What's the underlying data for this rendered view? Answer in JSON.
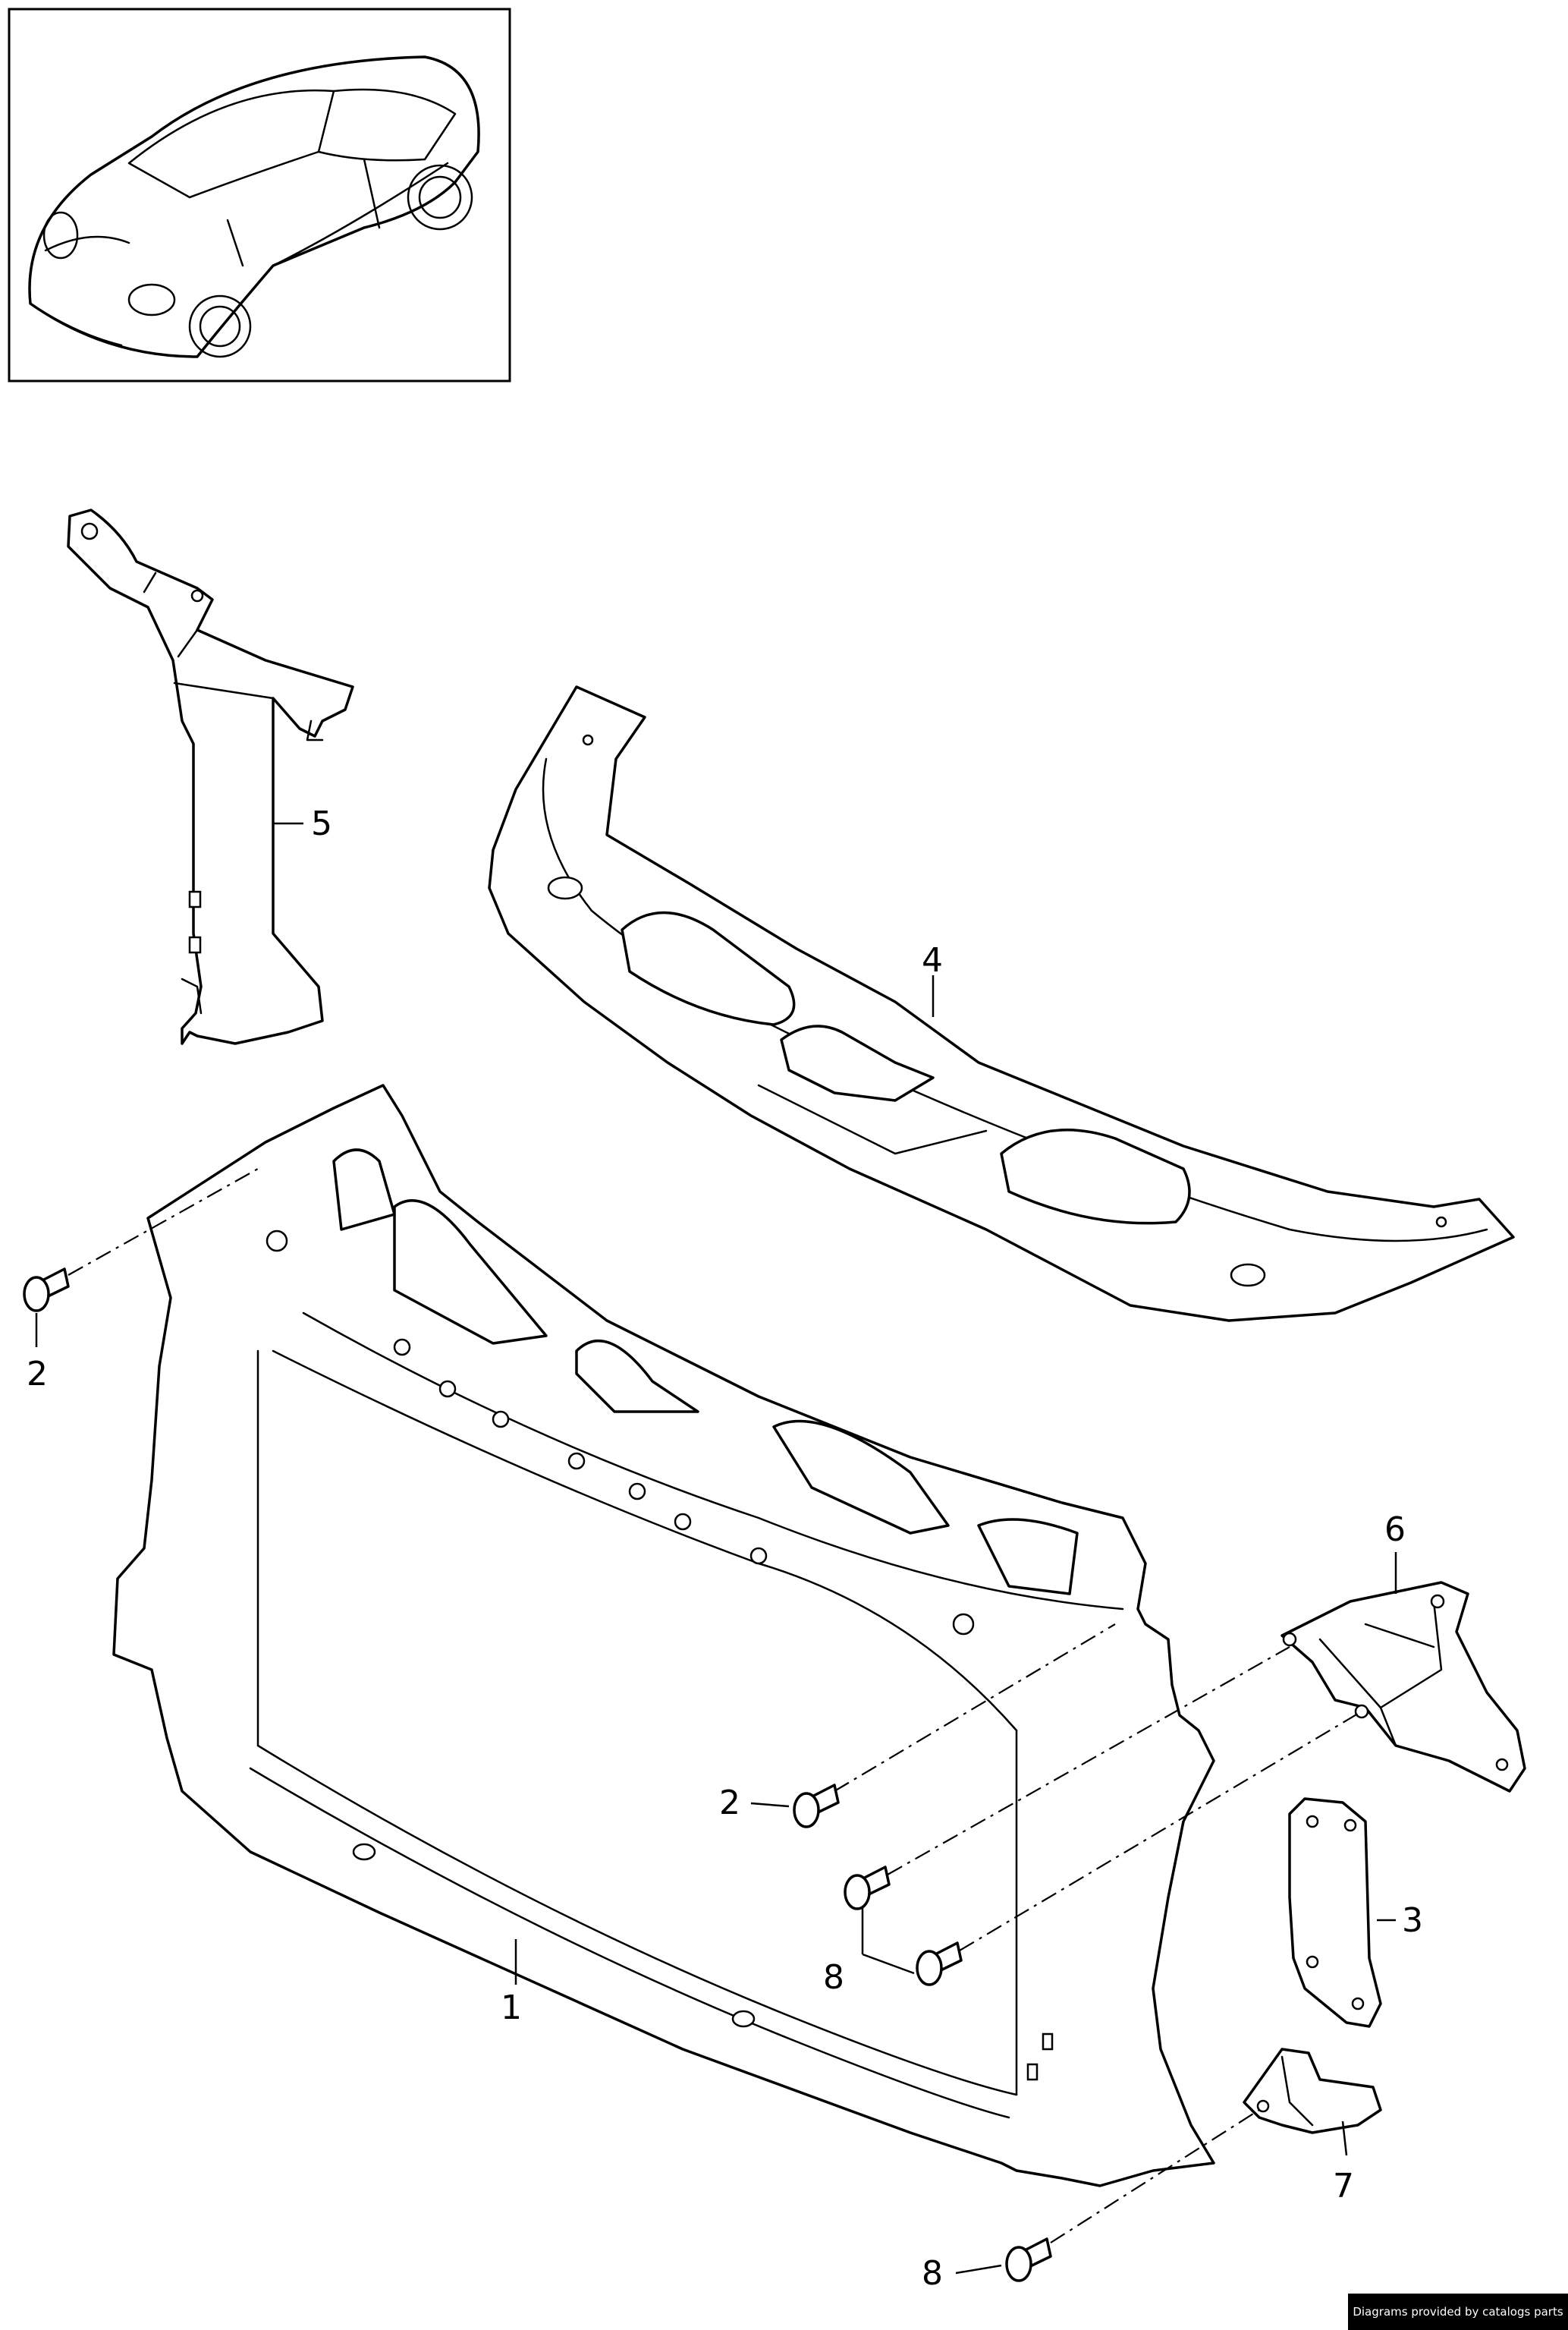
{
  "callouts": {
    "c1": "1",
    "c2a": "2",
    "c2b": "2",
    "c3": "3",
    "c4": "4",
    "c5": "5",
    "c6": "6",
    "c7": "7",
    "c8a": "8",
    "c8b": "8"
  },
  "footer": {
    "credit": "Diagrams provided by catalogs parts"
  },
  "colors": {
    "line": "#000000",
    "background": "#ffffff",
    "badge": "#000000"
  }
}
